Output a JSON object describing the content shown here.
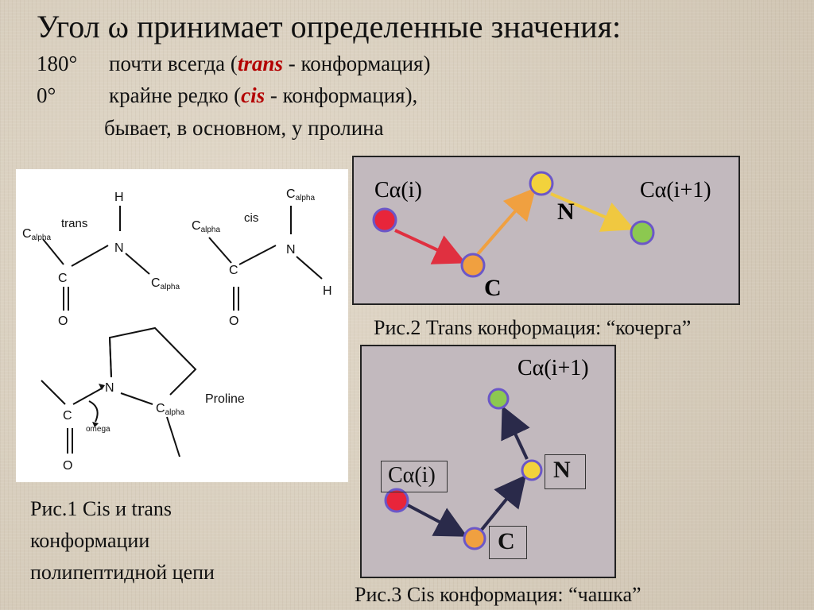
{
  "header": {
    "title_prefix": "Угол ",
    "omega": "ω",
    "title_suffix": " принимает определенные значения:",
    "line1_value": "180°",
    "line1_text_a": "почти всегда (",
    "line1_trans": "trans",
    "line1_text_b": " - конформация)",
    "line2_value": "0°",
    "line2_text_a": "крайне редко (",
    "line2_cis": "cis",
    "line2_text_b": " - конформация),",
    "line3_text": "бывает, в основном, у пролина"
  },
  "fig1": {
    "trans_label": "trans",
    "cis_label": "cis",
    "proline_label": "Proline",
    "omega_label": "omega",
    "H": "H",
    "N": "N",
    "C": "C",
    "O": "O",
    "calpha_C": "C",
    "calpha_sub": "alpha",
    "caption_lines": [
      "Рис.1 Cis и trans",
      "конформации",
      "полипептидной цепи"
    ]
  },
  "fig2": {
    "label_ca_i": "Cα(i)",
    "label_ca_i1": "Cα(i+1)",
    "label_n": "N",
    "label_c": "C",
    "caption": "Рис.2 Trans конформация: “кочерга”"
  },
  "fig3": {
    "label_ca_i": "Cα(i)",
    "label_ca_i1": "Cα(i+1)",
    "label_n": "N",
    "label_c": "C",
    "caption": "Рис.3 Cis конформация: “чашка”"
  },
  "colors": {
    "red_atom": "#e8253a",
    "orange_atom": "#f0a040",
    "yellow_atom": "#f2d23c",
    "green_atom": "#8cc850",
    "atom_outline": "#6b57c8",
    "arrow_red": "#e03040",
    "arrow_orange": "#f0a040",
    "arrow_yellow": "#f0c840",
    "arrow_dark": "#2a2a4a",
    "panel_bg": "#c2b9be"
  }
}
